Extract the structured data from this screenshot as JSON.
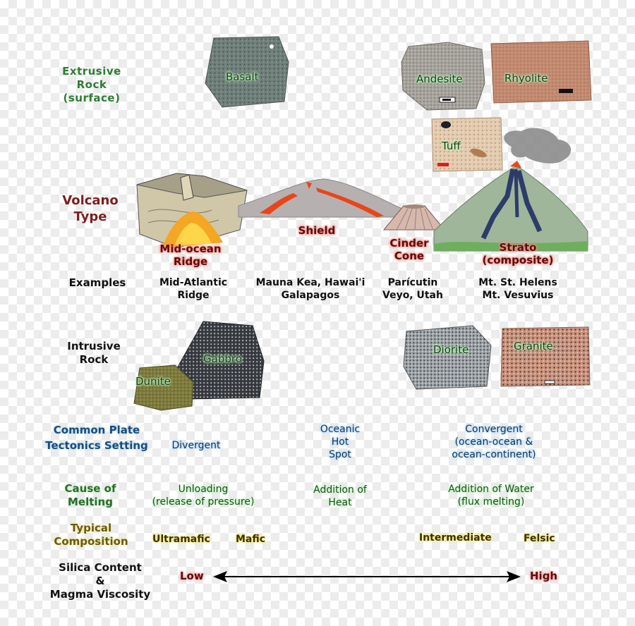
{
  "rows": {
    "extrusive": "Extrusive Rock (surface)",
    "volcano": "Volcano Type",
    "examples": "Examples",
    "intrusive": "Intrusive Rock",
    "tectonics": "Common Plate Tectonics Setting",
    "melting": "Cause of Melting",
    "composition": "Typical Composition",
    "silica_line1": "Silica Content",
    "silica_line2": "&",
    "silica_line3": "Magma Viscosity"
  },
  "extrusive_rocks": {
    "basalt": "Basalt",
    "andesite": "Andesite",
    "rhyolite": "Rhyolite",
    "tuff": "Tuff"
  },
  "volcanoes": {
    "mid_ocean_1": "Mid-ocean",
    "mid_ocean_2": "Ridge",
    "shield": "Shield",
    "cinder_1": "Cinder",
    "cinder_2": "Cone",
    "strato_1": "Strato",
    "strato_2": "(composite)"
  },
  "examples": {
    "mid_ocean_1": "Mid-Atlantic",
    "mid_ocean_2": "Ridge",
    "shield_1": "Mauna Kea, Hawai'i",
    "shield_2": "Galapagos",
    "cinder_1": "Parícutin",
    "cinder_2": "Veyo, Utah",
    "strato_1": "Mt. St. Helens",
    "strato_2": "Mt. Vesuvius"
  },
  "intrusive_rocks": {
    "gabbro": "Gabbro",
    "dunite": "Dunite",
    "diorite": "Diorite",
    "granite": "Granite"
  },
  "tectonics": {
    "divergent": "Divergent",
    "hotspot_1": "Oceanic",
    "hotspot_2": "Hot",
    "hotspot_3": "Spot",
    "convergent_1": "Convergent",
    "convergent_2": "(ocean-ocean &",
    "convergent_3": "ocean-continent)"
  },
  "melting": {
    "unloading_1": "Unloading",
    "unloading_2": "(release of pressure)",
    "heat_1": "Addition of",
    "heat_2": "Heat",
    "water_1": "Addition of Water",
    "water_2": "(flux melting)"
  },
  "composition": {
    "ultramafic": "Ultramafic",
    "mafic": "Mafic",
    "intermediate": "Intermediate",
    "felsic": "Felsic"
  },
  "silica": {
    "low": "Low",
    "high": "High"
  },
  "colors": {
    "row_extrusive": "#2e7d32",
    "row_volcano": "#7a1f1f",
    "lava": "#e8451a",
    "tag_green": "#b9f7b9",
    "tag_blue": "#9fd0ff",
    "tag_red": "#ff8a80",
    "tag_yellow": "#f5e77a"
  }
}
